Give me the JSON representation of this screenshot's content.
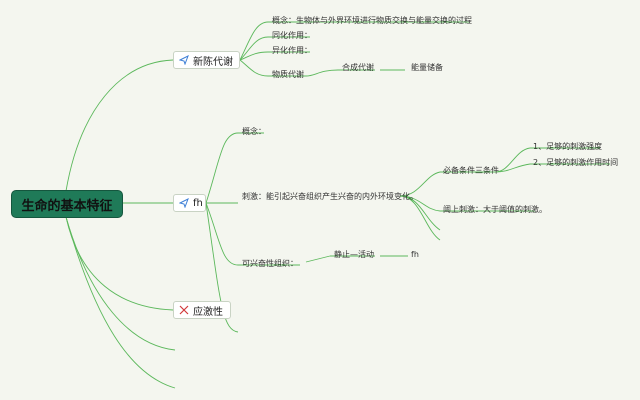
{
  "root": {
    "label": "生命的基本特征"
  },
  "branches": {
    "metabolism": {
      "label": "新陈代谢",
      "icon": "paper-plane-icon"
    },
    "fh": {
      "label": "fh",
      "icon": "paper-plane-icon"
    },
    "stress": {
      "label": "应激性",
      "icon": "tools-icon"
    }
  },
  "metabolism": {
    "concept": "概念：生物体与外界环境进行物质交换与能量交换的过程",
    "assimilation": "同化作用：",
    "dissimilation": "异化作用：",
    "material": "物质代谢",
    "synthesis": "合成代谢",
    "energy_storage": "能量储备"
  },
  "fh": {
    "concept": "概念：",
    "stimulus": "刺激：能引起兴奋组织产生兴奋的内外环境变化。",
    "conditions": "必备条件三条件",
    "cond1": "1、足够的刺激强度",
    "cond2": "2、足够的刺激作用时间",
    "threshold": "阈上刺激：大于阈值的刺激。",
    "excitable": "可兴奋性组织：",
    "rest": "静止—活动",
    "leaf": "fh"
  },
  "colors": {
    "line": "#4caf50",
    "root_bg": "#1f7a58",
    "icon_blue": "#3d7fd6",
    "icon_red": "#d23a3a"
  }
}
